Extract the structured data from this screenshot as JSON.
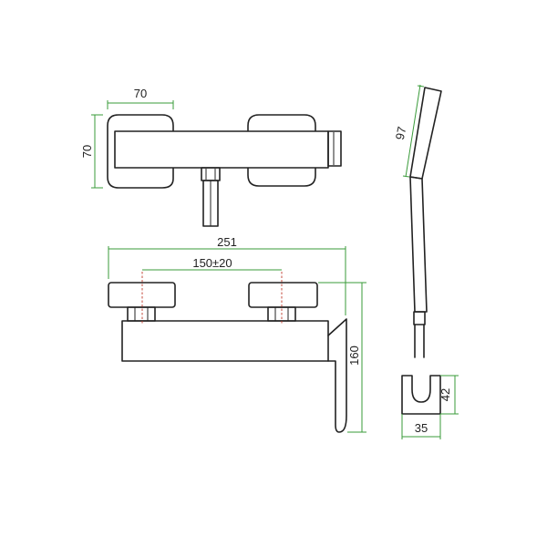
{
  "dimensions": {
    "top_width": "70",
    "top_height": "70",
    "total_width": "251",
    "centers": "150±20",
    "height": "160",
    "handshower_length": "97",
    "holder_height": "42",
    "holder_width": "35"
  },
  "colors": {
    "outline": "#222222",
    "dimension_line": "#3a9b3a",
    "center_line": "#c0392b"
  }
}
